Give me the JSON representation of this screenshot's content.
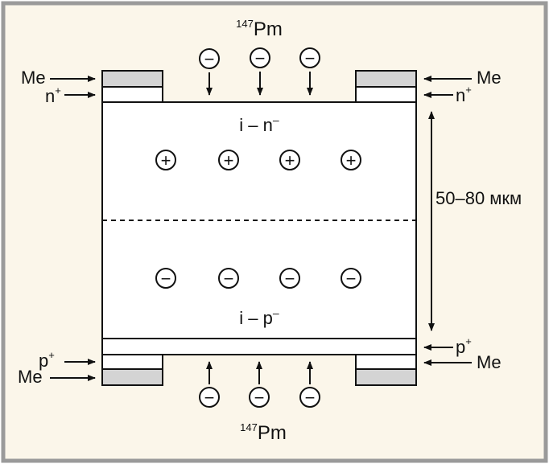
{
  "colors": {
    "background": "#fbf6ea",
    "border": "#9a9a9a",
    "contact_fill": "#d4d4d4",
    "ink": "#111111"
  },
  "labels": {
    "source_top": {
      "mass": "147",
      "symbol": "Pm"
    },
    "source_bottom": {
      "mass": "147",
      "symbol": "Pm"
    },
    "metal": "Me",
    "n_plus": {
      "base": "n",
      "sup": "+"
    },
    "p_plus": {
      "base": "p",
      "sup": "+"
    },
    "region_upper": "i – n",
    "region_upper_sup": "–",
    "region_lower": "i – p",
    "region_lower_sup": "–",
    "thickness": "50–80 мкм"
  },
  "charges": {
    "positive_glyph": "+",
    "negative_glyph": "−",
    "upper_region_sign": "+",
    "lower_region_sign": "−",
    "incoming_particle_sign": "−"
  }
}
